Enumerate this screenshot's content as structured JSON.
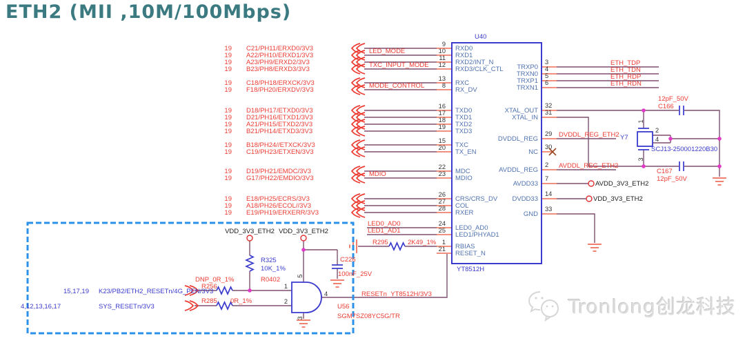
{
  "title": "ETH2 (MII ,10M/100Mbps)",
  "watermark": {
    "brand": "Tronlong创龙科技"
  },
  "colors": {
    "title_teal": "#3a7a80",
    "net_red": "#ed3b32",
    "component_blue": "#3a3ace",
    "pin_name_blue": "#5072b0",
    "wire_maroon": "#7e4f6e",
    "pin_stub_salmon": "#f2907e",
    "junction_magenta": "#e23ac8",
    "box_dash_blue": "#2a90e8"
  },
  "chip": {
    "refdes": "U40",
    "part": "YT8512H",
    "left_pins": [
      {
        "num": "9",
        "name": "RXD0"
      },
      {
        "num": "10",
        "name": "RXD1"
      },
      {
        "num": "11",
        "name": "RXD2/INT_N"
      },
      {
        "num": "12",
        "name": "RXD3/CLK_CTL"
      },
      {
        "num": "13",
        "name": "RXC"
      },
      {
        "num": "8",
        "name": "RX_DV"
      },
      {
        "num": "16",
        "name": "TXD0"
      },
      {
        "num": "17",
        "name": "TXD1"
      },
      {
        "num": "18",
        "name": "TXD2"
      },
      {
        "num": "19",
        "name": "TXD3"
      },
      {
        "num": "15",
        "name": "TXC"
      },
      {
        "num": "20",
        "name": "TX_EN"
      },
      {
        "num": "22",
        "name": "MDC"
      },
      {
        "num": "23",
        "name": "MDIO"
      },
      {
        "num": "26",
        "name": "CRS/CRS_DV"
      },
      {
        "num": "27",
        "name": "COL"
      },
      {
        "num": "28",
        "name": "RXER"
      },
      {
        "num": "24",
        "name": "LED0_AD0"
      },
      {
        "num": "25",
        "name": "LED1/PHYAD1"
      },
      {
        "num": "1",
        "name": "RBIAS"
      },
      {
        "num": "21",
        "name": "RESET_N"
      }
    ],
    "right_pins": [
      {
        "num": "3",
        "name": "TRXP0"
      },
      {
        "num": "4",
        "name": "TRXN0"
      },
      {
        "num": "5",
        "name": "TRXP1"
      },
      {
        "num": "6",
        "name": "TRXN1"
      },
      {
        "num": "32",
        "name": "XTAL_OUT"
      },
      {
        "num": "31",
        "name": "XTAL_IN"
      },
      {
        "num": "29",
        "name": "DVDDL_REG"
      },
      {
        "num": "30",
        "name": "NC"
      },
      {
        "num": "2",
        "name": "AVDDL_REG"
      },
      {
        "num": "7",
        "name": "AVDD33"
      },
      {
        "num": "14",
        "name": "DVDD33"
      },
      {
        "num": "33",
        "name": "GND"
      }
    ]
  },
  "left_signals": [
    {
      "page": "19",
      "label": "C21/PH11/ERXD0/3V3"
    },
    {
      "page": "19",
      "label": "A22/PH10/ERXD1/3V3"
    },
    {
      "page": "19",
      "label": "A23/PH9/ERXD2/3V3"
    },
    {
      "page": "19",
      "label": "B23/PH8/ERXD3/3V3"
    },
    {
      "page": "19",
      "label": "C18/PH18/ERXCK/3V3"
    },
    {
      "page": "19",
      "label": "F18/PH20/ERXDV/3V3"
    },
    {
      "page": "19",
      "label": "D18/PH17/ETXD0/3V3"
    },
    {
      "page": "19",
      "label": "D21/PH16/ETXD1/3V3"
    },
    {
      "page": "19",
      "label": "A21/PH15/ETXD2/3V3"
    },
    {
      "page": "19",
      "label": "B21/PH14/ETXD3/3V3"
    },
    {
      "page": "19",
      "label": "B18/PH24//ETXCK/3V3"
    },
    {
      "page": "19",
      "label": "C19/PH23/ETXEN/3V3"
    },
    {
      "page": "19",
      "label": "D19/PH21/EMDC/3V3"
    },
    {
      "page": "19",
      "label": "G17/PH22/EMDIO/3V3"
    },
    {
      "page": "19",
      "label": "E18/PH25/ECRS/3V3"
    },
    {
      "page": "19",
      "label": "A18/PH26/ECOL//3V3"
    },
    {
      "page": "19",
      "label": "E19/PH19/ERXERR/3V3"
    }
  ],
  "nets": {
    "led_mode": "LED_MODE",
    "txc_input_mode": "TXC_INPUT_MODE",
    "mode_control": "MODE_CONTROL",
    "mdio": "MDIO",
    "led0": "LED0_AD0",
    "led1": "LED1_AD1",
    "eth_tdp": "ETH_TDP",
    "eth_tdn": "ETH_TDN",
    "eth_rdp": "ETH_RDP",
    "eth_rdn": "ETH_RDN",
    "dvddl": "DVDDL_REG_ETH2",
    "avddl": "AVDDL_REG_ETH2",
    "resetn": "RESETn_YT8512H/3V3",
    "avdd33": "AVDD_3V3_ETH2",
    "vdd33": "VDD_3V3_ETH2"
  },
  "box": {
    "signals": [
      {
        "pages": "15,17,19",
        "label": "K23/PB2/ETH2_RESETn/4G_PEN/3V3"
      },
      {
        "pages": "4,12,13,16,17",
        "label": "SYS_RESETn/3V3"
      }
    ],
    "vdd1": "VDD_3V3_ETH2",
    "vdd2": "VDD_3V3_ETH2",
    "r325": {
      "ref": "R325",
      "val": "10K_1%",
      "fp": "R0402"
    },
    "r256": {
      "ref": "R256",
      "val": "DNP_0R_1%"
    },
    "r285": {
      "ref": "R285",
      "val": "0R_1%"
    },
    "c226": {
      "ref": "C226",
      "val": "100nF_25V"
    },
    "gate": {
      "ref": "U56",
      "part": "SGM7SZ08YC5G/TR",
      "p1": "1",
      "p2": "2",
      "p3": "3",
      "p4": "4",
      "p5": "5"
    }
  },
  "right": {
    "r295": {
      "ref": "R295",
      "val": "2K49_1%"
    },
    "c166": {
      "ref": "C166",
      "val": "12pF_50V"
    },
    "c167": {
      "ref": "C167",
      "val": "12pF_50V"
    },
    "y7": {
      "ref": "Y7",
      "part": "SCJ13-250001220B30",
      "p1": "1",
      "p2": "2",
      "p3": "3",
      "p4": "4"
    }
  }
}
